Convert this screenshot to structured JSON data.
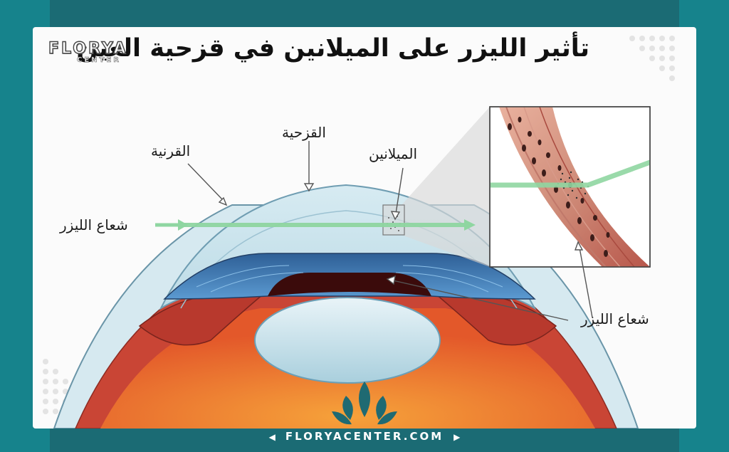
{
  "title": "تأثير الليزر على الميلانين في قزحية العين",
  "logo": {
    "brand": "FLORYA",
    "sub": "CENTER"
  },
  "labels": {
    "cornea": "القرنية",
    "iris": "القزحية",
    "melanin": "الميلانين",
    "laser_beam_left": "شعاع الليزر",
    "laser_beam_right": "شعاع الليزر"
  },
  "footer": {
    "url": "FLORYACENTER.COM",
    "arrow_left": "◀",
    "arrow_right": "▶"
  },
  "colors": {
    "frame": "#1b6b74",
    "card": "#fbfbfb",
    "laser": "#8fd6a1",
    "iris": "#3f7fb8",
    "tissue": "#c8483c"
  },
  "icons": [
    "florya-plant-icon",
    "dot-pattern-decoration"
  ]
}
